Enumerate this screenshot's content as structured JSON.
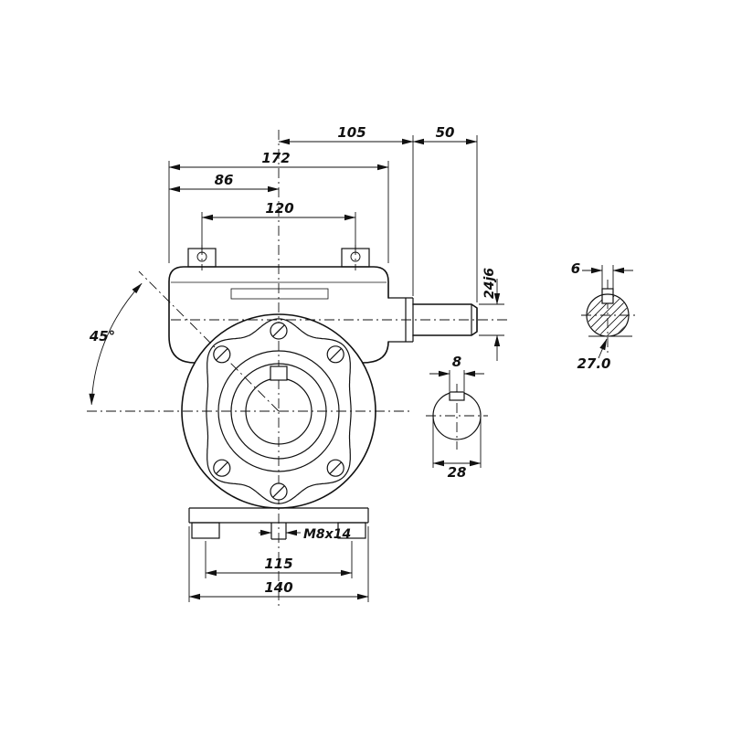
{
  "drawing": {
    "labels": {
      "d105": "105",
      "d50": "50",
      "d172": "172",
      "d86": "86",
      "d120": "120",
      "d24j6": "24j6",
      "d6": "6",
      "d27": "27.0",
      "d45": "45°",
      "d8": "8",
      "d28": "28",
      "dM8": "M8x14",
      "d115": "115",
      "d140": "140"
    }
  },
  "colors": {
    "line": "#111111",
    "background": "#ffffff"
  }
}
